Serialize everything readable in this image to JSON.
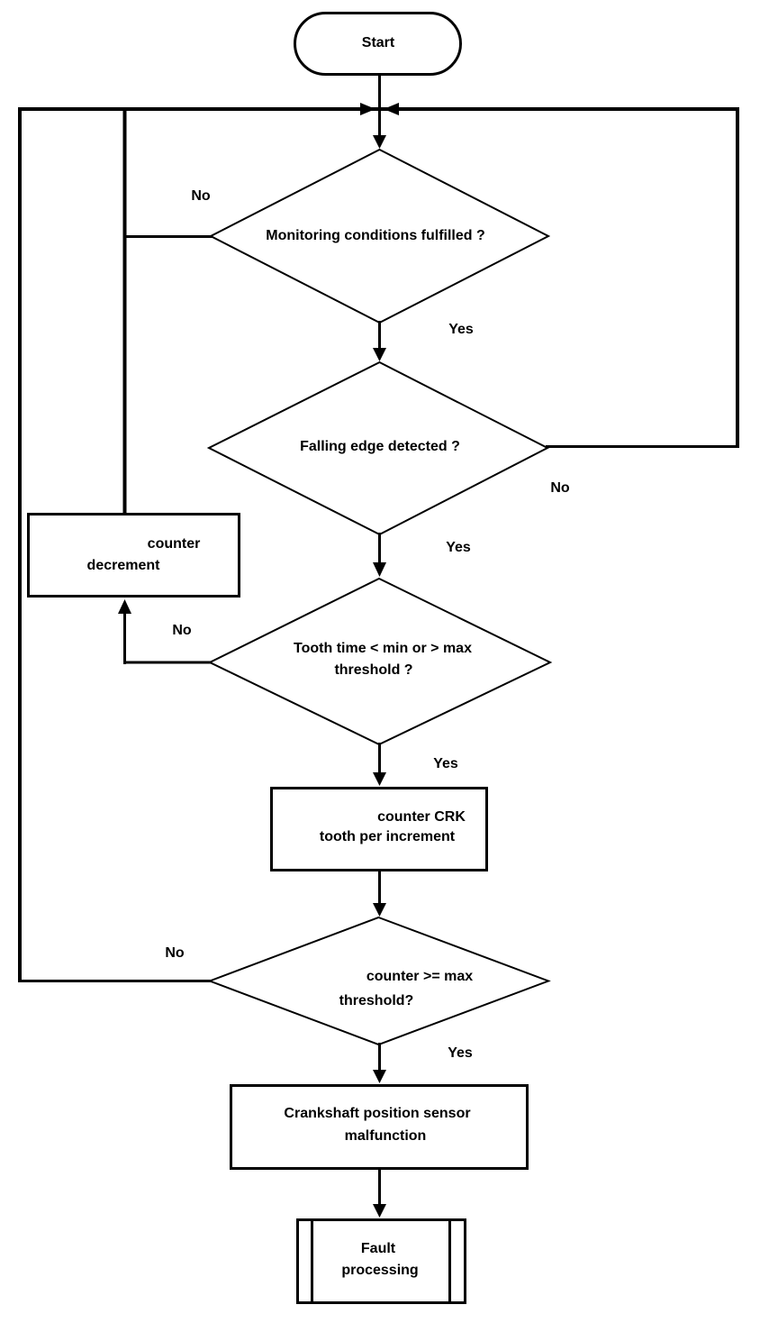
{
  "flowchart": {
    "nodes": {
      "start": "Start",
      "monitoring": "Monitoring conditions fulfilled ?",
      "falling_edge": "Falling edge detected ?",
      "tooth_time_line1": "Tooth time < min or > max",
      "tooth_time_line2": "threshold ?",
      "counter_decrement_line1": "counter",
      "counter_decrement_line2": "decrement",
      "counter_crk_line1": "counter CRK",
      "counter_crk_line2": "tooth per increment",
      "counter_max_line1": "counter >= max",
      "counter_max_line2": "threshold?",
      "malfunction_line1": "Crankshaft position sensor",
      "malfunction_line2": "malfunction",
      "fault_line1": "Fault",
      "fault_line2": "processing"
    },
    "branch_labels": {
      "monitoring_no": "No",
      "monitoring_yes": "Yes",
      "falling_edge_no": "No",
      "falling_edge_yes": "Yes",
      "tooth_time_no": "No",
      "tooth_time_yes": "Yes",
      "counter_max_no": "No",
      "counter_max_yes": "Yes"
    },
    "colors": {
      "line": "#000000",
      "fill": "#ffffff",
      "text": "#000000"
    }
  }
}
